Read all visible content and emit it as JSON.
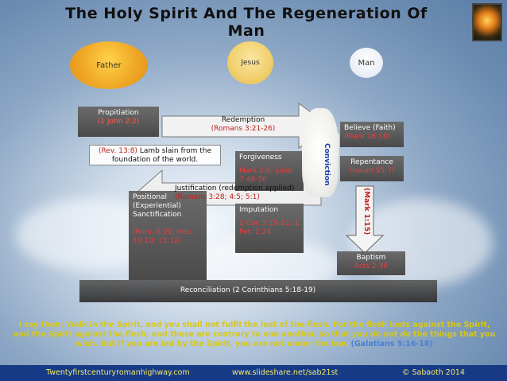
{
  "title": "The Holy Spirit And The Regeneration Of Man",
  "circles": {
    "father": "Father",
    "jesus": "Jesus",
    "man": "Man"
  },
  "propitiation": {
    "label": "Propitiation",
    "ref": "(1 John 2:2)"
  },
  "redemption": {
    "label": "Redemption",
    "ref": "(Romans 3:21-26)"
  },
  "lamb": {
    "ref": "(Rev. 13:8)",
    "text": "Lamb slain from the foundation of the world."
  },
  "forgiveness": {
    "label": "Forgiveness",
    "ref": "Mark 2:5; Luke 7:48-50"
  },
  "justification": {
    "label": "Justification (redemption applied)",
    "ref": "(Romans 3:28; 4:5; 5:1)"
  },
  "sanctification": {
    "line1": "Positional",
    "line2": "(Experiential)",
    "line3": "Sanctification",
    "ref": "(Rom. 8:29; Heb. 10:10; 13:12)"
  },
  "imputation": {
    "label": "Imputation",
    "ref": "2 Cor. 5:19-21; 1 Pet. 2:24"
  },
  "conviction": "Conviction",
  "believe": {
    "label": "Believe (Faith)",
    "ref": "(Mark 16:16)"
  },
  "repentance": {
    "label": "Repentance",
    "ref": "(Isaiah 55:7)"
  },
  "mark": "(Mark 1:15)",
  "baptism": {
    "label": "Baptism",
    "ref": "Acts 2:38"
  },
  "reconciliation": "Reconciliation (2 Corinthians 5:18-19)",
  "quote": {
    "text": "I say then: Walk in the Spirit, and you shall not fulfil the lust of the flesh. For the flesh lusts against the Spirit, and the Spirit against the flesh; and these are contrary to one another, so that you do not do the things that you wish. But if you are led by the Spirit, you are not under the law.",
    "ref": "(Galatians 5:16-18)"
  },
  "footer": {
    "left": "Twentyfirstcenturyromanhighway.com",
    "center": "www.slideshare.net/sab21st",
    "right": "© Sabaoth 2014"
  }
}
